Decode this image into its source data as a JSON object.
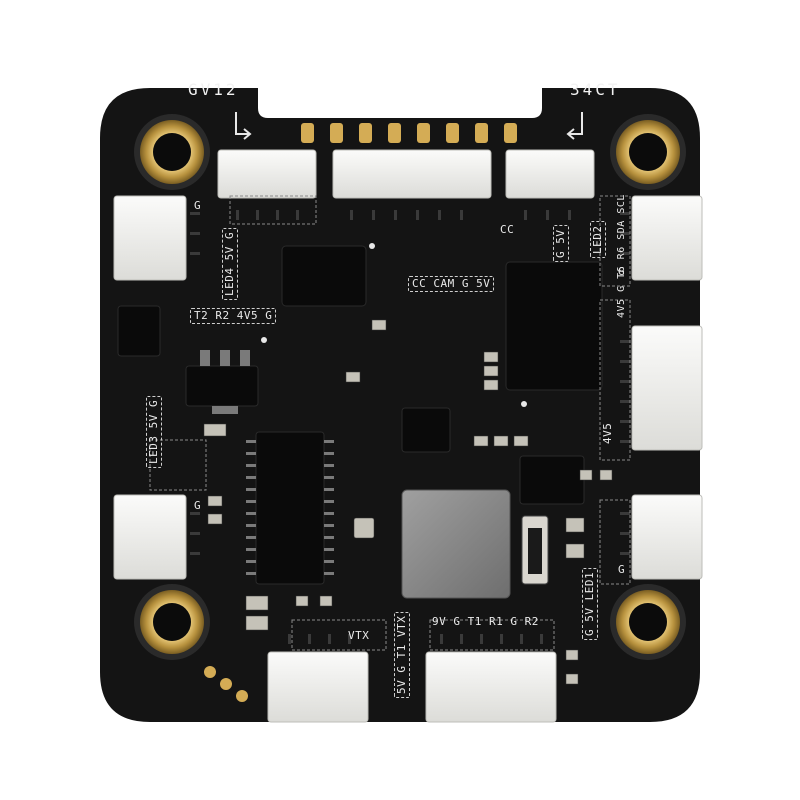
{
  "board": {
    "corner_labels": {
      "top_left": "GV12",
      "top_right": "34CT"
    },
    "silkscreen": {
      "led4": "LED4 5V G",
      "uart_left": "T2 R2 4V5 G",
      "cc_cam": "CC CAM G 5V",
      "cc_small": "CC",
      "g5v_top": "G 5V",
      "led2": "LED2",
      "right_pins": "4V5 G T6 R6 SDA SCL",
      "right_4v5": "4V5",
      "led3": "LED3 5V G",
      "vtx_label": "VTX",
      "vtx_pins": "5V G T1 VTX",
      "bottom_pins": "9V G T1 R1 G R2",
      "led1": "G 5V LED1",
      "g_markers": "G"
    },
    "colors": {
      "pcb": "#141414",
      "connector": "#f1f1ef",
      "gold": "#c9a24a",
      "silkscreen": "#eaeaea",
      "chip": "#0b0b0b",
      "inductor": "#8c8c8c"
    }
  }
}
